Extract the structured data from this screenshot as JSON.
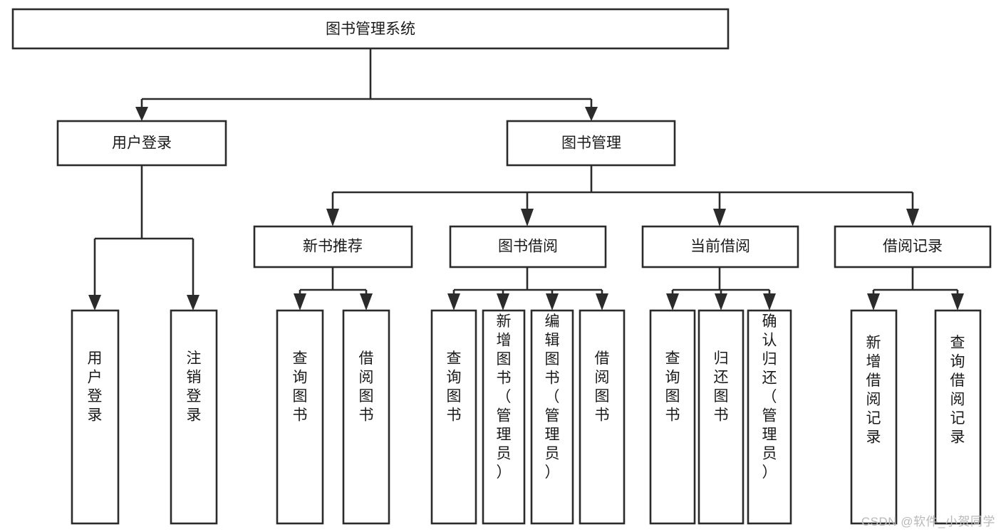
{
  "diagram": {
    "title": "图书管理系统",
    "type": "hierarchy-tree",
    "colors": {
      "box_stroke": "#2b2b2b",
      "box_fill": "#ffffff",
      "text": "#1a1a1a",
      "background": "#ffffff",
      "watermark": "#b9b9b9"
    },
    "levels": [
      {
        "level": 1,
        "nodes": [
          {
            "id": "root",
            "label": "图书管理系统",
            "orientation": "horizontal"
          }
        ]
      },
      {
        "level": 2,
        "nodes": [
          {
            "id": "user-login",
            "label": "用户登录",
            "orientation": "horizontal",
            "parent": "root"
          },
          {
            "id": "book-admin",
            "label": "图书管理",
            "orientation": "horizontal",
            "parent": "root"
          }
        ]
      },
      {
        "level": 3,
        "nodes": [
          {
            "id": "new-book-rec",
            "label": "新书推荐",
            "orientation": "horizontal",
            "parent": "book-admin"
          },
          {
            "id": "book-borrow",
            "label": "图书借阅",
            "orientation": "horizontal",
            "parent": "book-admin"
          },
          {
            "id": "current-borrow",
            "label": "当前借阅",
            "orientation": "horizontal",
            "parent": "book-admin"
          },
          {
            "id": "borrow-record",
            "label": "借阅记录",
            "orientation": "horizontal",
            "parent": "book-admin"
          }
        ]
      },
      {
        "level": 4,
        "nodes": [
          {
            "id": "leaf-user-login",
            "label": "用户登录",
            "orientation": "vertical",
            "parent": "user-login"
          },
          {
            "id": "leaf-logout",
            "label": "注销登录",
            "orientation": "vertical",
            "parent": "user-login"
          },
          {
            "id": "leaf-query-book-1",
            "label": "查询图书",
            "orientation": "vertical",
            "parent": "new-book-rec"
          },
          {
            "id": "leaf-borrow-book-1",
            "label": "借阅图书",
            "orientation": "vertical",
            "parent": "new-book-rec"
          },
          {
            "id": "leaf-query-book-2",
            "label": "查询图书",
            "orientation": "vertical",
            "parent": "book-borrow"
          },
          {
            "id": "leaf-add-book",
            "label": "新增图书（管理员）",
            "orientation": "vertical",
            "parent": "book-borrow"
          },
          {
            "id": "leaf-edit-book",
            "label": "编辑图书（管理员）",
            "orientation": "vertical",
            "parent": "book-borrow"
          },
          {
            "id": "leaf-borrow-book-2",
            "label": "借阅图书",
            "orientation": "vertical",
            "parent": "book-borrow"
          },
          {
            "id": "leaf-query-book-3",
            "label": "查询图书",
            "orientation": "vertical",
            "parent": "current-borrow"
          },
          {
            "id": "leaf-return-book",
            "label": "归还图书",
            "orientation": "vertical",
            "parent": "current-borrow"
          },
          {
            "id": "leaf-confirm-return",
            "label": "确认归还（管理员）",
            "orientation": "vertical",
            "parent": "current-borrow"
          },
          {
            "id": "leaf-add-record",
            "label": "新增借阅记录",
            "orientation": "vertical",
            "parent": "borrow-record"
          },
          {
            "id": "leaf-query-record",
            "label": "查询借阅记录",
            "orientation": "vertical",
            "parent": "borrow-record"
          }
        ]
      }
    ]
  },
  "watermark": {
    "text": "CSDN @软件_小贺同学"
  }
}
